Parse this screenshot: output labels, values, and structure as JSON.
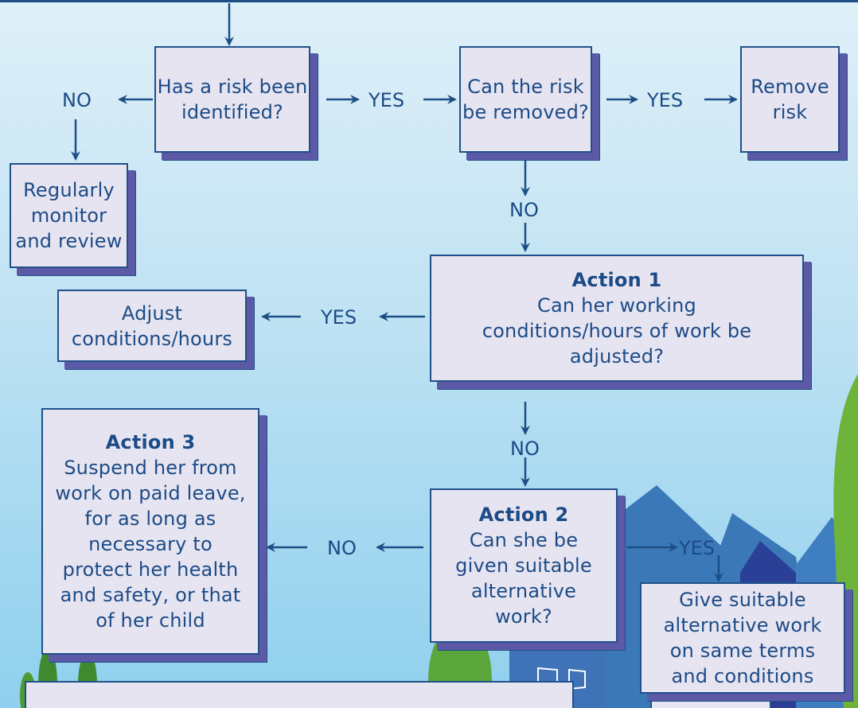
{
  "boxes": {
    "risk_identified": "Has a risk been identified?",
    "risk_removed": "Can the risk be removed?",
    "remove_risk": "Remove risk",
    "monitor": "Regularly monitor and review",
    "adjust": "Adjust conditions/hours",
    "action1": {
      "title": "Action 1",
      "text": "Can her working conditions/hours of work be adjusted?"
    },
    "action2": {
      "title": "Action 2",
      "text": "Can she be given suitable alternative work?"
    },
    "action3": {
      "title": "Action 3",
      "text": "Suspend her from work on paid leave, for as long as necessary to protect her health and safety, or that of her child"
    },
    "alt_work": "Give suitable alternative work on same terms and conditions"
  },
  "labels": {
    "no_left": "NO",
    "yes_1": "YES",
    "yes_2": "YES",
    "no_removed": "NO",
    "yes_adjust": "YES",
    "no_action1": "NO",
    "no_action2": "NO",
    "yes_action2": "YES"
  },
  "colors": {
    "box_fill": "#e7e4f1",
    "box_border": "#20508a",
    "box_shadow": "#5c5aa6",
    "text": "#1b4b86",
    "background_top": "#dff0f8",
    "background_bottom": "#8fd0ee"
  }
}
